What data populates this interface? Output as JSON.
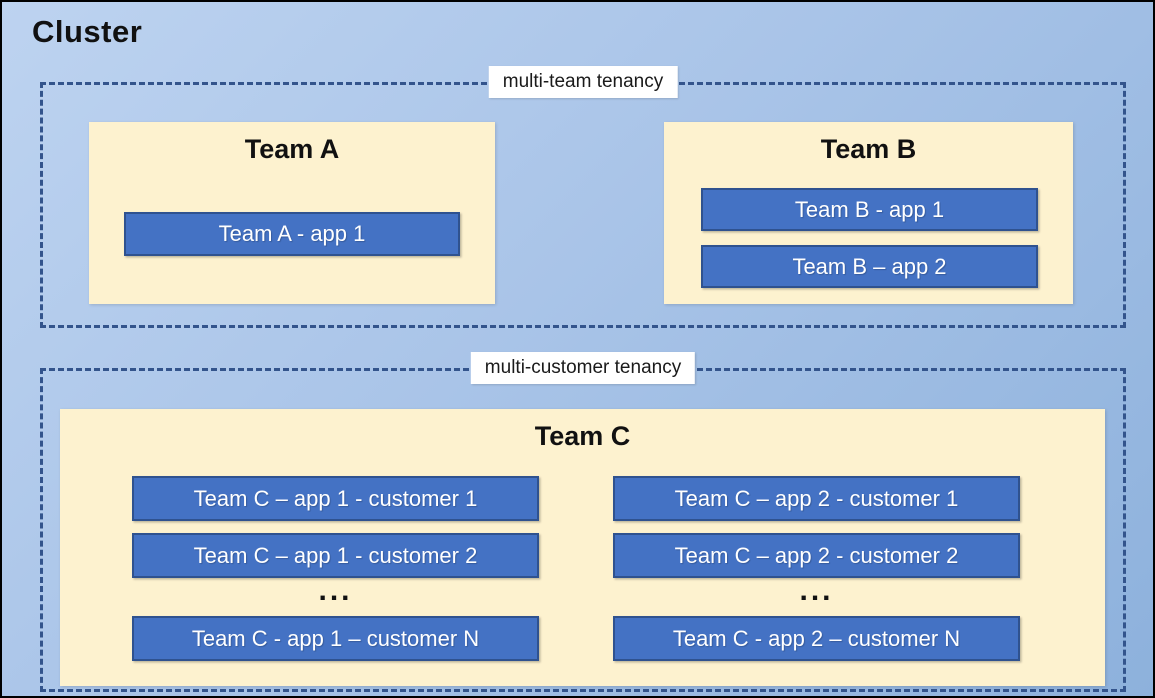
{
  "cluster": {
    "title": "Cluster"
  },
  "colors": {
    "canvas_bg_light": "#bdd3f0",
    "canvas_bg_dark": "#8db1dc",
    "dashed_border": "#33548c",
    "team_fill": "#fdf2cf",
    "app_fill": "#4472c4",
    "app_border": "#2f528f",
    "app_text": "#ffffff",
    "title_text": "#111111",
    "label_bg": "#ffffff"
  },
  "team_tenancy": {
    "label": "multi-team tenancy",
    "teams": [
      {
        "name": "Team A",
        "apps": [
          "Team A - app 1"
        ]
      },
      {
        "name": "Team B",
        "apps": [
          "Team B - app 1",
          "Team B – app 2"
        ]
      }
    ]
  },
  "customer_tenancy": {
    "label": "multi-customer tenancy",
    "team": {
      "name": "Team C",
      "columns": [
        {
          "apps": [
            "Team C – app 1 - customer 1",
            "Team C – app 1 - customer 2",
            "Team C - app 1 – customer N"
          ],
          "ellipsis": "..."
        },
        {
          "apps": [
            "Team C – app 2 - customer 1",
            "Team C – app 2 - customer 2",
            "Team C - app 2 – customer N"
          ],
          "ellipsis": "..."
        }
      ]
    }
  }
}
